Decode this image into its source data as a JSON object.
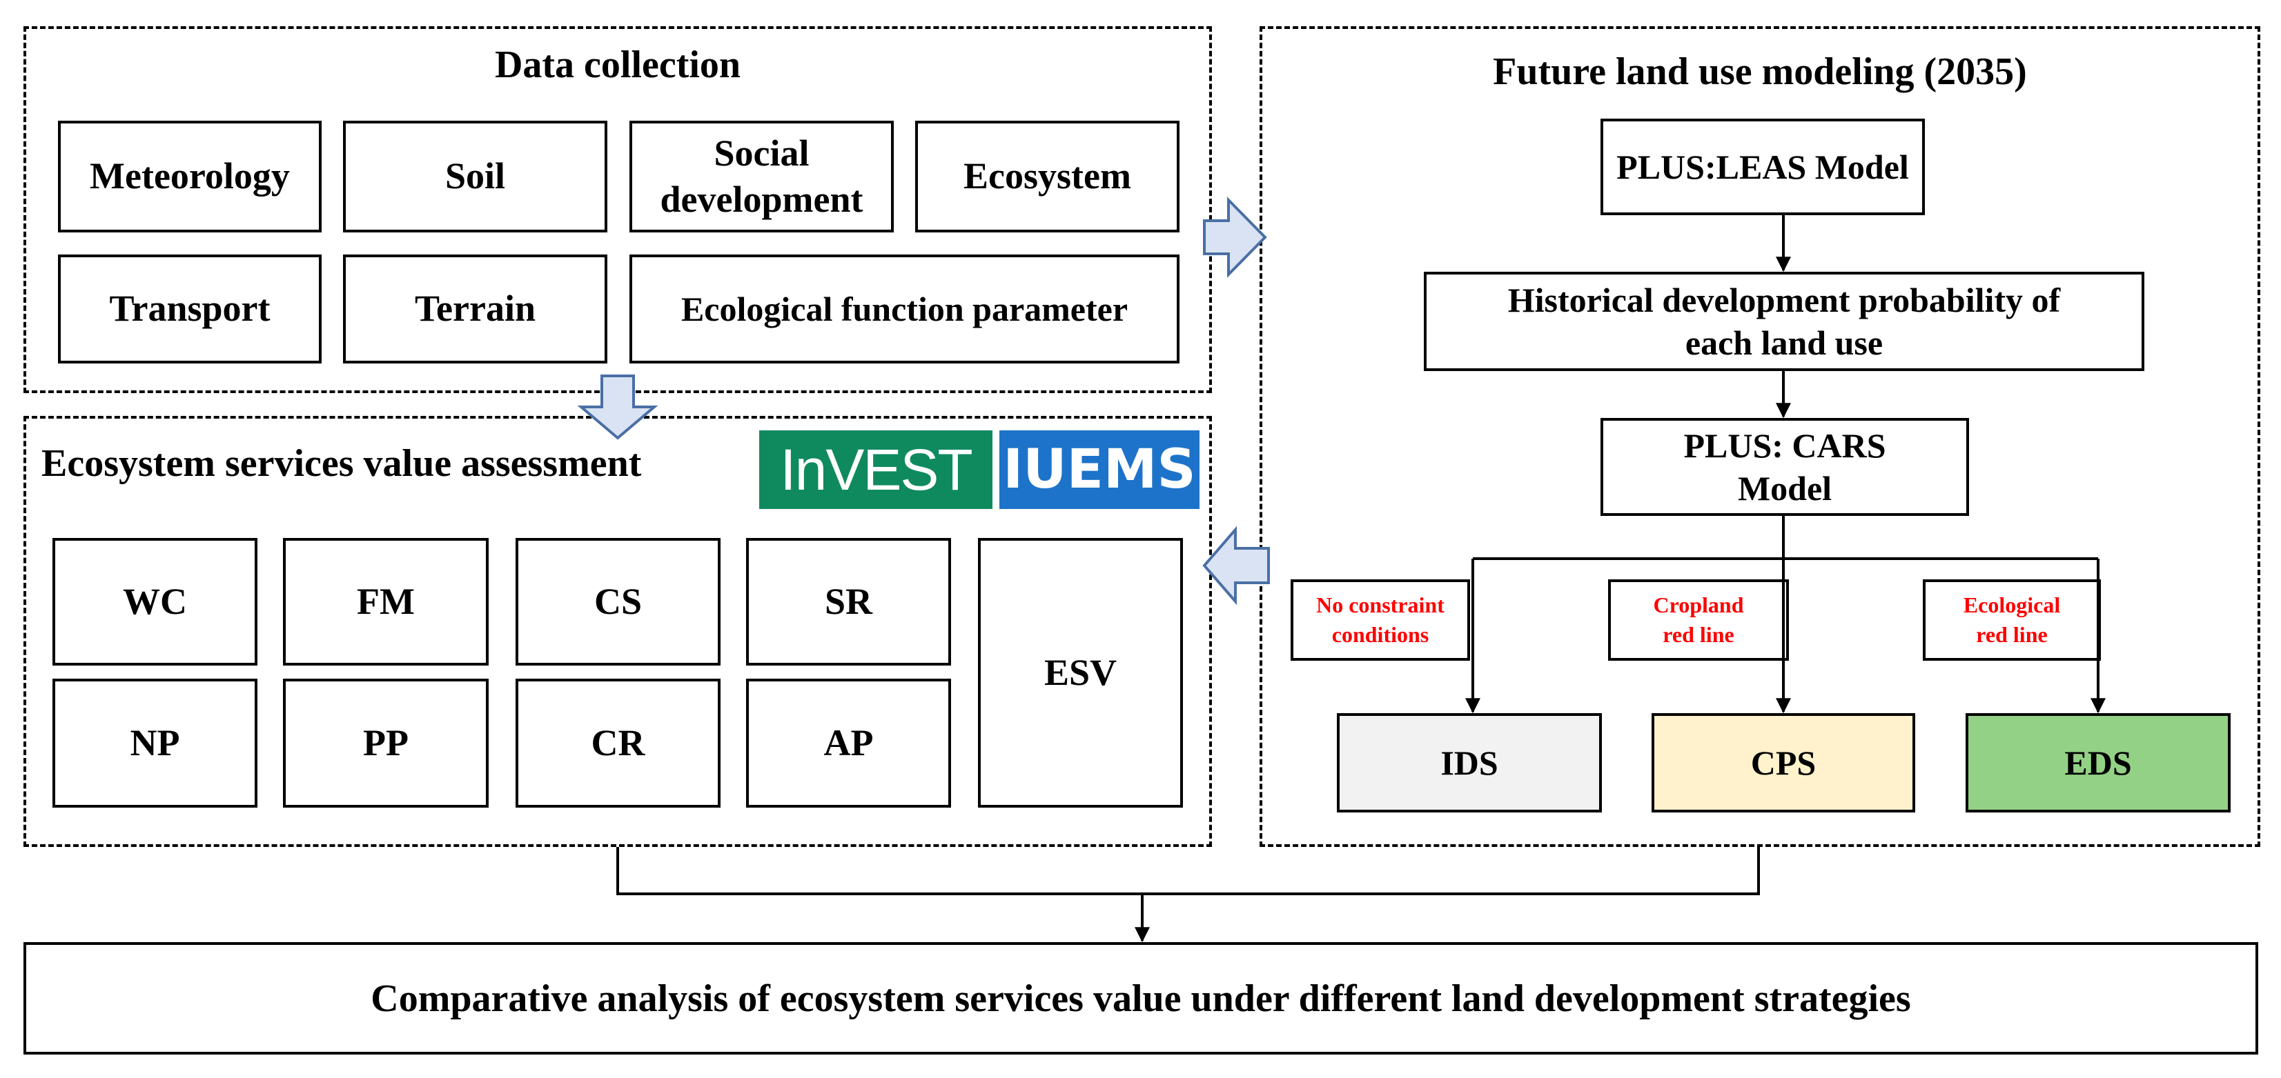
{
  "colors": {
    "ids_fill": "#f2f2f2",
    "cps_fill": "#fff2cc",
    "eds_fill": "#93d286",
    "invest_logo": "#0f8a5f",
    "iuems_logo": "#1d73c9",
    "arrow_fill": "#dae3f3",
    "arrow_stroke": "#4a6fa5",
    "constraint_text": "#ff0000"
  },
  "data_collection": {
    "title": "Data collection",
    "items": {
      "meteorology": "Meteorology",
      "soil": "Soil",
      "social_1": "Social",
      "social_2": "development",
      "ecosystem": "Ecosystem",
      "transport": "Transport",
      "terrain": "Terrain",
      "eco_param": "Ecological function parameter"
    }
  },
  "esv_assessment": {
    "title": "Ecosystem services value assessment",
    "logo_invest": "InVEST",
    "logo_iuems": "IUEMS",
    "services": {
      "wc": "WC",
      "fm": "FM",
      "cs": "CS",
      "sr": "SR",
      "np": "NP",
      "pp": "PP",
      "cr": "CR",
      "ap": "AP"
    },
    "esv": "ESV"
  },
  "modeling": {
    "title": "Future land use modeling (2035)",
    "leas": "PLUS:LEAS Model",
    "probability_1": "Historical development probability of",
    "probability_2": "each land use",
    "cars_1": "PLUS: CARS",
    "cars_2": "Model",
    "constraints": {
      "none_1": "No constraint",
      "none_2": "conditions",
      "cropland_1": "Cropland",
      "cropland_2": "red line",
      "ecological_1": "Ecological",
      "ecological_2": "red line"
    },
    "scenarios": {
      "ids": "IDS",
      "cps": "CPS",
      "eds": "EDS"
    }
  },
  "conclusion": "Comparative analysis of ecosystem services value under different land development strategies"
}
